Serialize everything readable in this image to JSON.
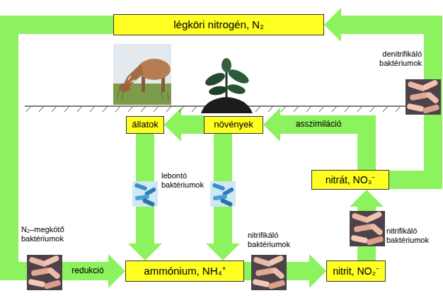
{
  "diagram": {
    "nodes": [
      {
        "text": [
          "légköri nitrogén, N₂"
        ]
      },
      {
        "text": [
          "állatok"
        ]
      },
      {
        "text": [
          "növények"
        ]
      },
      {
        "text": [
          "nitrát, NO₃⁻"
        ]
      },
      {
        "text": [
          "ammónium, NH₄⁺"
        ]
      },
      {
        "text": [
          "nitrit, NO₂⁻"
        ]
      }
    ],
    "edges": [
      {
        "from": 0,
        "to": 4,
        "arrow": "to",
        "label": "redukció"
      },
      {
        "from": 1,
        "to": 4,
        "arrow": "to"
      },
      {
        "from": 2,
        "to": 4,
        "arrow": "to"
      },
      {
        "from": 4,
        "to": 5,
        "arrow": "to"
      },
      {
        "from": 5,
        "to": 3,
        "arrow": "to"
      },
      {
        "from": 3,
        "to": 2,
        "arrow": "to",
        "label": "asszimiláció"
      },
      {
        "from": 2,
        "to": 1,
        "arrow": "to"
      },
      {
        "from": 3,
        "to": 0,
        "arrow": "to"
      }
    ],
    "labels": [
      "denitrifikáló baktériumok",
      "lebontó baktériumok",
      "N₂–megkötő baktériumok",
      "nitrifikáló baktériumok",
      "nitrifikáló baktériumok"
    ]
  }
}
